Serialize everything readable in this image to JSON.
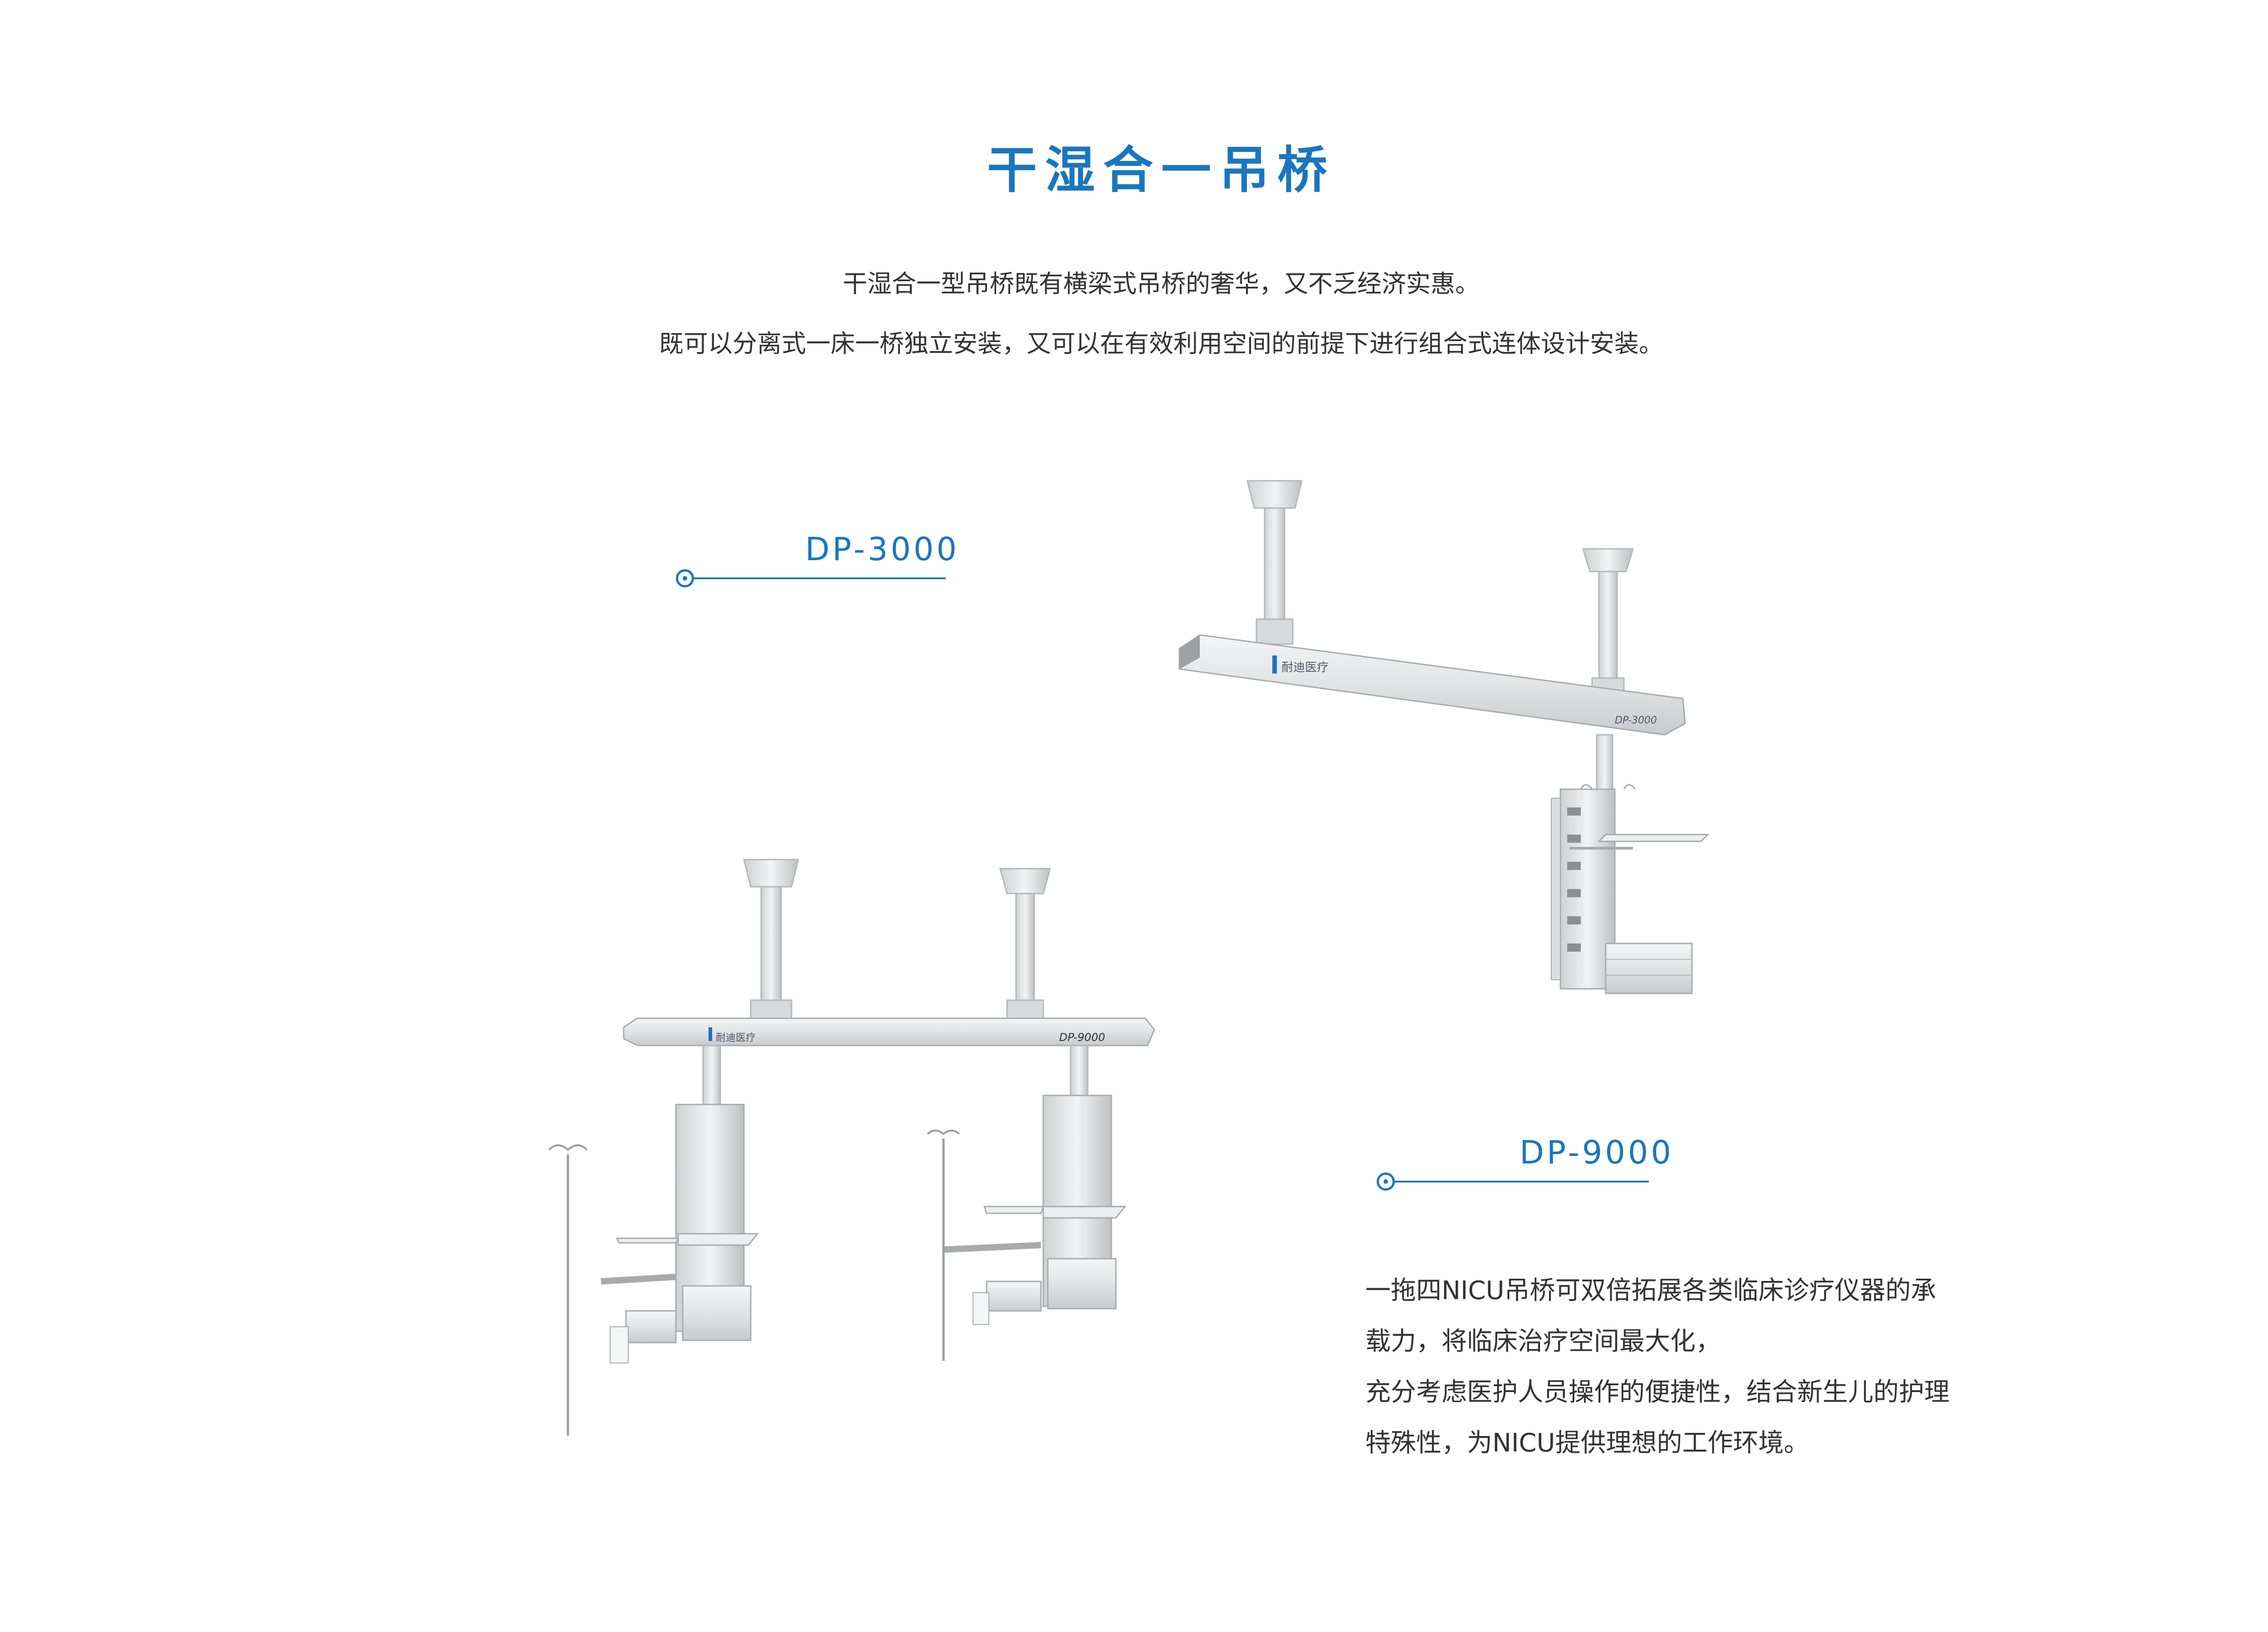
{
  "title": "干湿合一吊桥",
  "intro": {
    "line1": "干湿合一型吊桥既有横梁式吊桥的奢华，又不乏经济实惠。",
    "line2": "既可以分离式一床一桥独立安装，又可以在有效利用空间的前提下进行组合式连体设计安装。"
  },
  "models": [
    {
      "label": "DP-3000",
      "beam_text": "DP-3000",
      "brand": "耐迪医疗"
    },
    {
      "label": "DP-9000",
      "beam_text": "DP-9000",
      "brand": "耐迪医疗"
    }
  ],
  "description": {
    "line1": "一拖四NICU吊桥可双倍拓展各类临床诊疗仪器的承",
    "line2": "载力，将临床治疗空间最大化，",
    "line3": "充分考虑医护人员操作的便捷性，结合新生儿的护理",
    "line4": "特殊性，为NICU提供理想的工作环境。"
  },
  "colors": {
    "accent": "#1a76bd",
    "text": "#333333",
    "metal": "#e4e5e7"
  }
}
